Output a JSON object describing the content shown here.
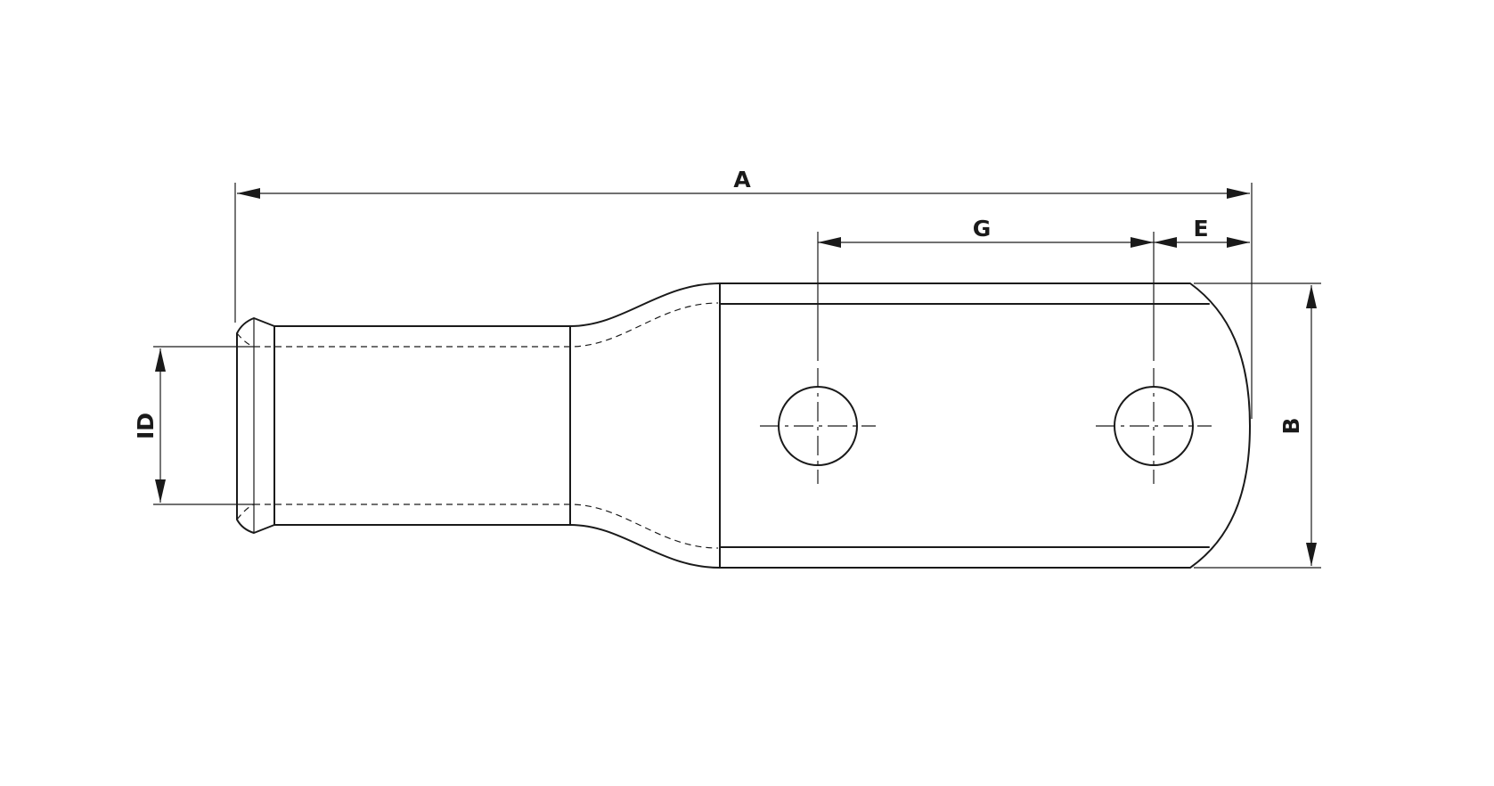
{
  "drawing": {
    "dimensions": {
      "A": "A",
      "G": "G",
      "E": "E",
      "B": "B",
      "ID": "ID"
    },
    "line_color": "#1a1a1a",
    "background": "#ffffff"
  }
}
